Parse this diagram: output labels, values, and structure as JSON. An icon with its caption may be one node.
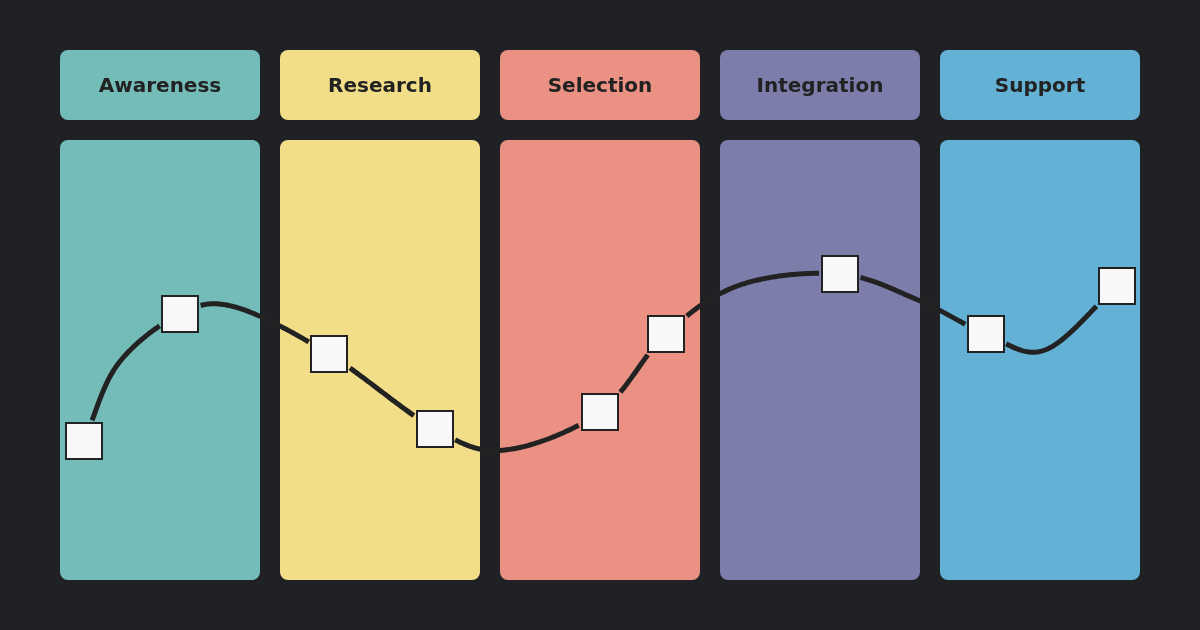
{
  "diagram": {
    "nodes": [
      {
        "text": [
          "Awareness"
        ]
      },
      {
        "text": [
          "Research"
        ]
      },
      {
        "text": [
          "Selection"
        ]
      },
      {
        "text": [
          "Integration"
        ]
      },
      {
        "text": [
          "Support"
        ]
      },
      {
        "text": [],
        "shape": "box"
      },
      {
        "text": [],
        "shape": "box"
      },
      {
        "text": [],
        "shape": "box"
      },
      {
        "text": [],
        "shape": "box"
      },
      {
        "text": [],
        "shape": "box"
      },
      {
        "text": [],
        "shape": "box",
        "in": 5
      },
      {
        "text": [],
        "shape": "box",
        "in": 5
      },
      {
        "text": [],
        "shape": "box",
        "in": 6
      },
      {
        "text": [],
        "shape": "box",
        "in": 6
      },
      {
        "text": [],
        "shape": "box",
        "in": 7
      },
      {
        "text": [],
        "shape": "box",
        "in": 7
      },
      {
        "text": [],
        "shape": "box",
        "in": 8
      },
      {
        "text": [],
        "shape": "box",
        "in": 9
      },
      {
        "text": [],
        "shape": "box",
        "in": 9
      }
    ],
    "edges": [
      {
        "from": 10,
        "to": 11,
        "arrow": "none"
      },
      {
        "from": 11,
        "to": 12,
        "arrow": "none"
      },
      {
        "from": 12,
        "to": 13,
        "arrow": "none"
      },
      {
        "from": 13,
        "to": 14,
        "arrow": "none"
      },
      {
        "from": 14,
        "to": 15,
        "arrow": "none"
      },
      {
        "from": 15,
        "to": 16,
        "arrow": "none"
      },
      {
        "from": 16,
        "to": 17,
        "arrow": "none"
      },
      {
        "from": 17,
        "to": 18,
        "arrow": "none"
      }
    ]
  }
}
